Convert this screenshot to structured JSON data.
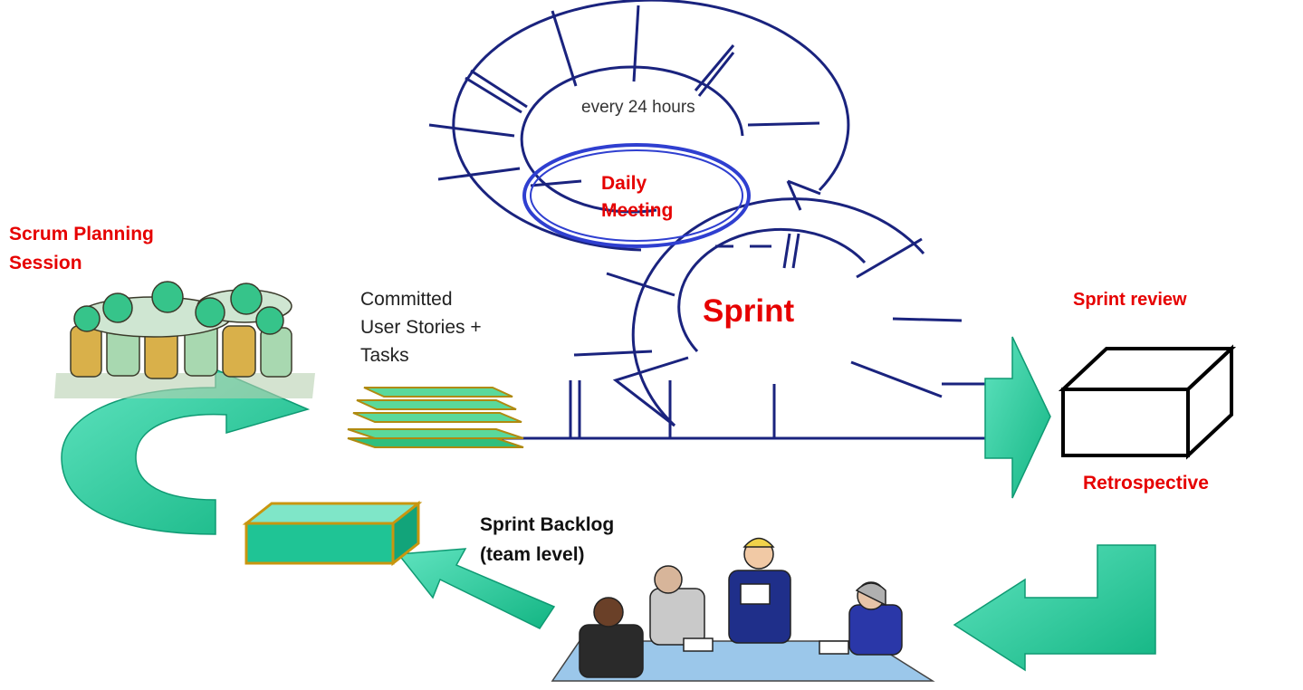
{
  "diagram": {
    "daily_cycle": {
      "every_label": "every 24 hours"
    },
    "daily_meeting": {
      "line1": "Daily",
      "line2": "Meeting"
    },
    "sprint": {
      "label": "Sprint"
    },
    "scrum_planning": {
      "line1": "Scrum Planning",
      "line2": "Session"
    },
    "committed": {
      "line1": "Committed",
      "line2": "User Stories +",
      "line3": "Tasks"
    },
    "sprint_review": {
      "label": "Sprint review"
    },
    "retrospective": {
      "label": "Retrospective"
    },
    "sprint_backlog": {
      "line1": "Sprint Backlog",
      "line2": "(team level)"
    }
  },
  "colors": {
    "accent_red": "#e60000",
    "arrow_teal": "#1fcc9a",
    "cycle_navy": "#1a237e",
    "ellipse_blue": "#2f3fd0",
    "table_blue": "#9bc7ea",
    "box_gold": "#c8960f"
  },
  "icons": [
    "football-huddle-clipart",
    "meeting-people-clipart",
    "stacked-cards-icon",
    "backlog-box-icon",
    "review-cube-icon",
    "curved-arrow-icon",
    "right-arrow-icon",
    "l-arrow-icon"
  ]
}
